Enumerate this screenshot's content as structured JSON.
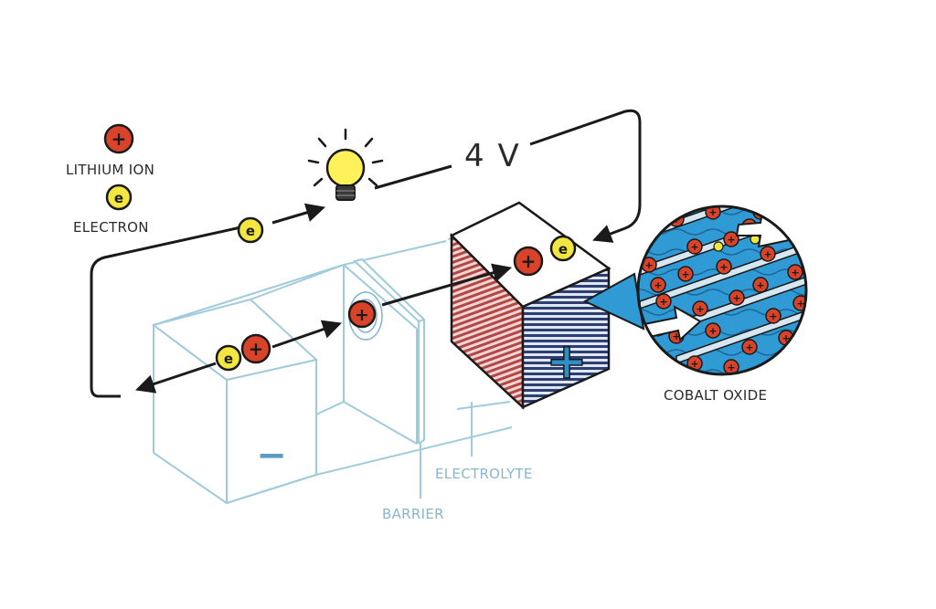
{
  "legend": {
    "lithium_ion_label": "LITHIUM ION",
    "electron_label": "ELECTRON",
    "ion_symbol": "+",
    "electron_symbol": "e"
  },
  "voltage_label": "4 V",
  "labels": {
    "cobalt_oxide": "COBALT OXIDE",
    "electrolyte": "ELECTROLYTE",
    "barrier": "BARRIER"
  },
  "terminals": {
    "negative_sign": "−",
    "positive_sign": "+"
  },
  "colors": {
    "ion_red": "#d9432a",
    "electron_yellow": "#f3e640",
    "bulb_yellow": "#fff15a",
    "outline_blue": "#9fcbdc",
    "electrolyte_blue": "#2f9ad4",
    "cathode_red": "#b24747",
    "cathode_navy": "#2c3e73",
    "wire_black": "#1a1a1a"
  },
  "icons": [
    "light-bulb-icon",
    "lithium-ion-icon",
    "electron-icon",
    "arrow-icon",
    "magnifier-circle-icon"
  ]
}
